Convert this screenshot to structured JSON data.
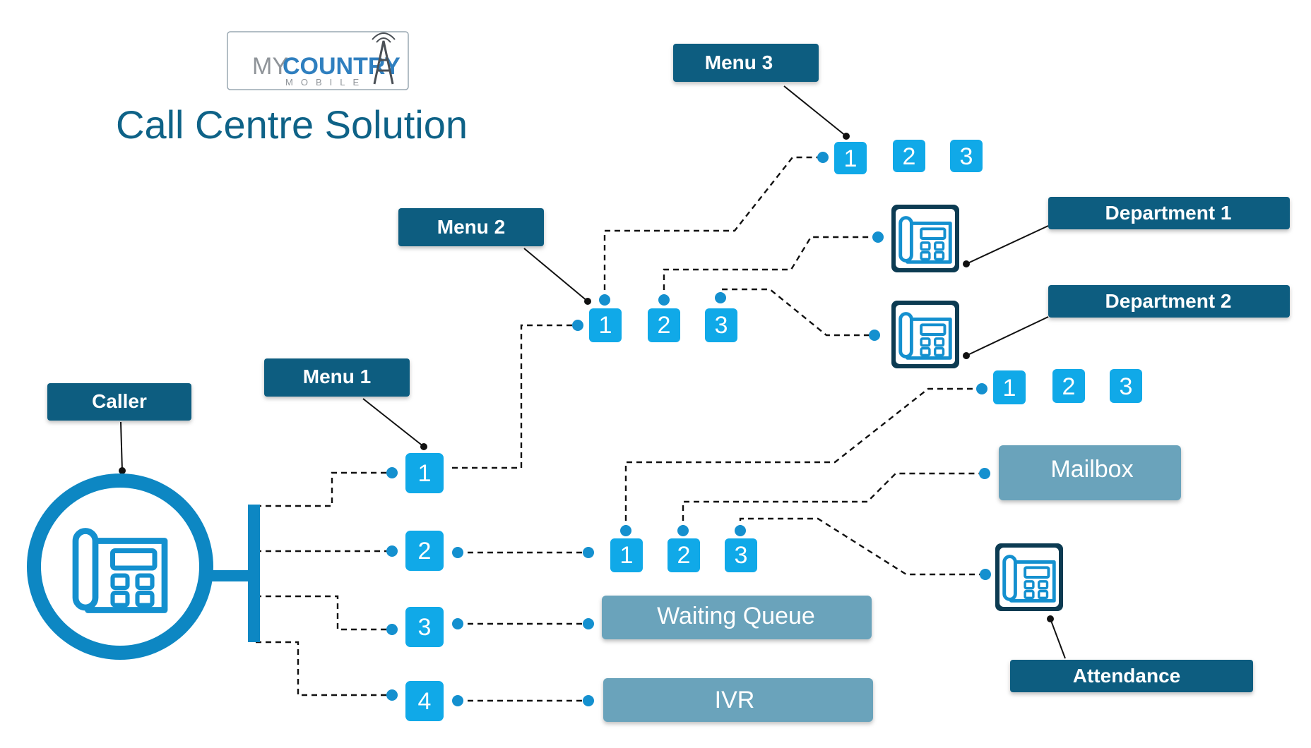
{
  "logo": {
    "word_my": "MY",
    "word_country": "COUNTRY",
    "word_mobile": "MOBILE"
  },
  "title": "Call Centre Solution",
  "labels": {
    "caller": "Caller",
    "menu1": "Menu 1",
    "menu2": "Menu 2",
    "menu3": "Menu 3",
    "department1": "Department 1",
    "department2": "Department 2",
    "attendance": "Attendance"
  },
  "destinations": {
    "mailbox": "Mailbox",
    "waiting_queue": "Waiting Queue",
    "ivr": "IVR"
  },
  "menu1_options": [
    "1",
    "2",
    "3",
    "4"
  ],
  "menu2_options": [
    "1",
    "2",
    "3"
  ],
  "menu3_options": [
    "1",
    "2",
    "3"
  ],
  "sub_options_a": [
    "1",
    "2",
    "3"
  ],
  "sub_options_b": [
    "1",
    "2",
    "3"
  ],
  "icons": {
    "caller_phone": "desk-phone-icon",
    "department_phone": "desk-phone-icon",
    "attendance_phone": "desk-phone-icon"
  },
  "colors": {
    "dark_label": "#0d5d80",
    "accent_blue": "#10a9e8",
    "connector_dot": "#1490cf",
    "grey_box": "#6ba3bb",
    "title": "#0e6287",
    "ring": "#0d87c3"
  }
}
